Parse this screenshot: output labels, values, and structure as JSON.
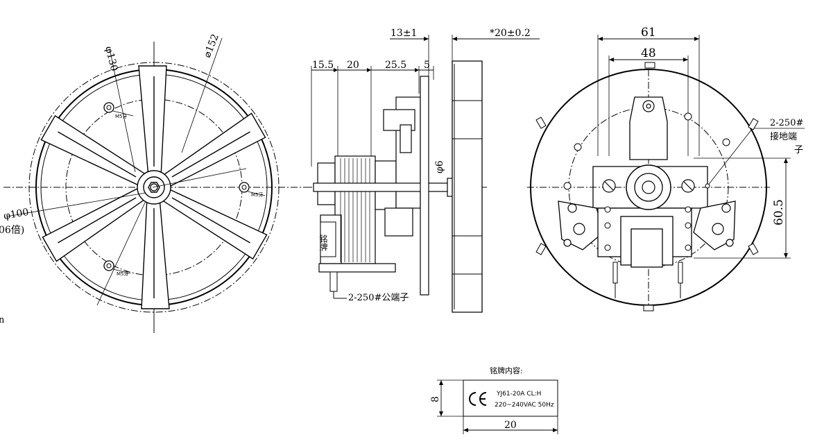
{
  "front_view": {
    "dim_d130": "φ130",
    "dim_d152": "⌀152",
    "dim_d100": "φ100",
    "scale_note": "06倍)",
    "hole_label_1": "M5牙",
    "hole_label_2": "M5牙",
    "hole_label_3": "M5牙",
    "corner_text": "n"
  },
  "side_view": {
    "dim_13": "13±1",
    "dim_20_tol": "*20±0.2",
    "dim_15_5": "15.5",
    "dim_20": "20",
    "dim_25_5": "25.5",
    "dim_5": "5",
    "dim_d6": "φ6",
    "nameplate_text": "铭牌",
    "terminal_label": "2-250#公端子"
  },
  "rear_view": {
    "dim_61": "61",
    "dim_48": "48",
    "dim_60_5": "60.5",
    "ground_label_1": "2-250#",
    "ground_label_2": "接地端",
    "ground_label_3": "子"
  },
  "nameplate": {
    "title": "铭牌内容:",
    "model": "YJ61-20A CL:H",
    "voltage": "220~240VAC 50Hz",
    "dim_height": "8",
    "dim_width": "20"
  }
}
